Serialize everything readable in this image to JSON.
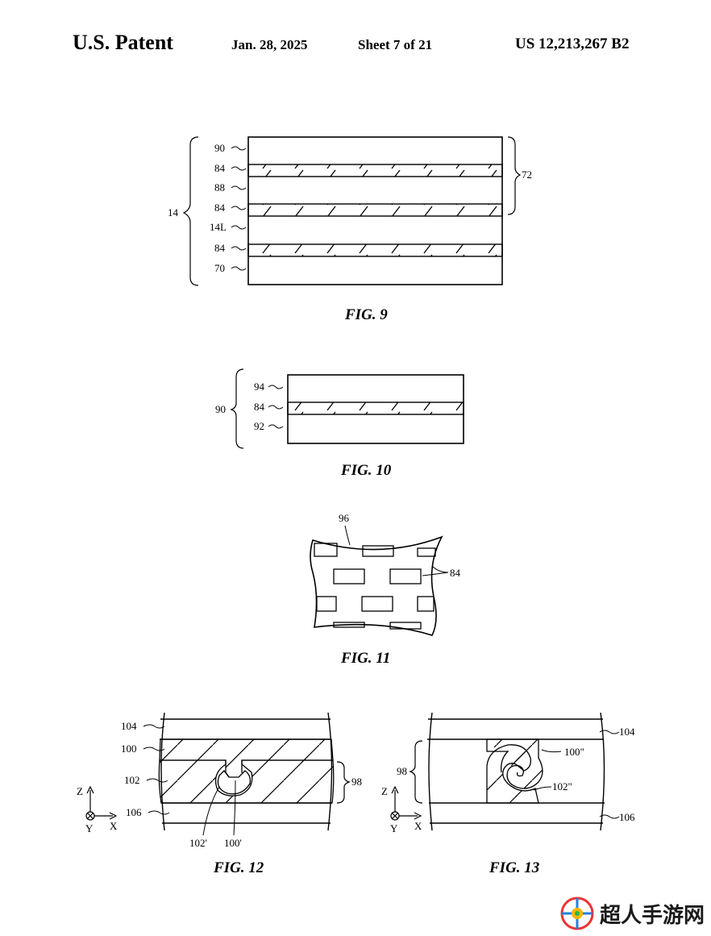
{
  "header": {
    "title": "U.S. Patent",
    "date": "Jan. 28, 2025",
    "sheet": "Sheet 7 of 21",
    "patent_number": "US 12,213,267 B2"
  },
  "figures": {
    "fig9": {
      "caption": "FIG. 9",
      "labels": {
        "l90": "90",
        "l84a": "84",
        "l88": "88",
        "l84b": "84",
        "l14L": "14L",
        "l84c": "84",
        "l70": "70",
        "l14": "14",
        "l72": "72"
      }
    },
    "fig10": {
      "caption": "FIG. 10",
      "labels": {
        "l94": "94",
        "l84": "84",
        "l92": "92",
        "l90": "90"
      }
    },
    "fig11": {
      "caption": "FIG. 11",
      "labels": {
        "l96": "96",
        "l84": "84"
      }
    },
    "fig12": {
      "caption": "FIG. 12",
      "labels": {
        "l104": "104",
        "l100": "100",
        "l102": "102",
        "l106": "106",
        "l98": "98",
        "l102p": "102'",
        "l100p": "100'",
        "axZ": "Z",
        "axY": "Y",
        "axX": "X"
      }
    },
    "fig13": {
      "caption": "FIG. 13",
      "labels": {
        "l104": "104",
        "l100pp": "100\"",
        "l102pp": "102\"",
        "l106": "106",
        "l98": "98",
        "axZ": "Z",
        "axY": "Y",
        "axX": "X"
      }
    }
  },
  "watermark": {
    "text": "超人手游网"
  }
}
